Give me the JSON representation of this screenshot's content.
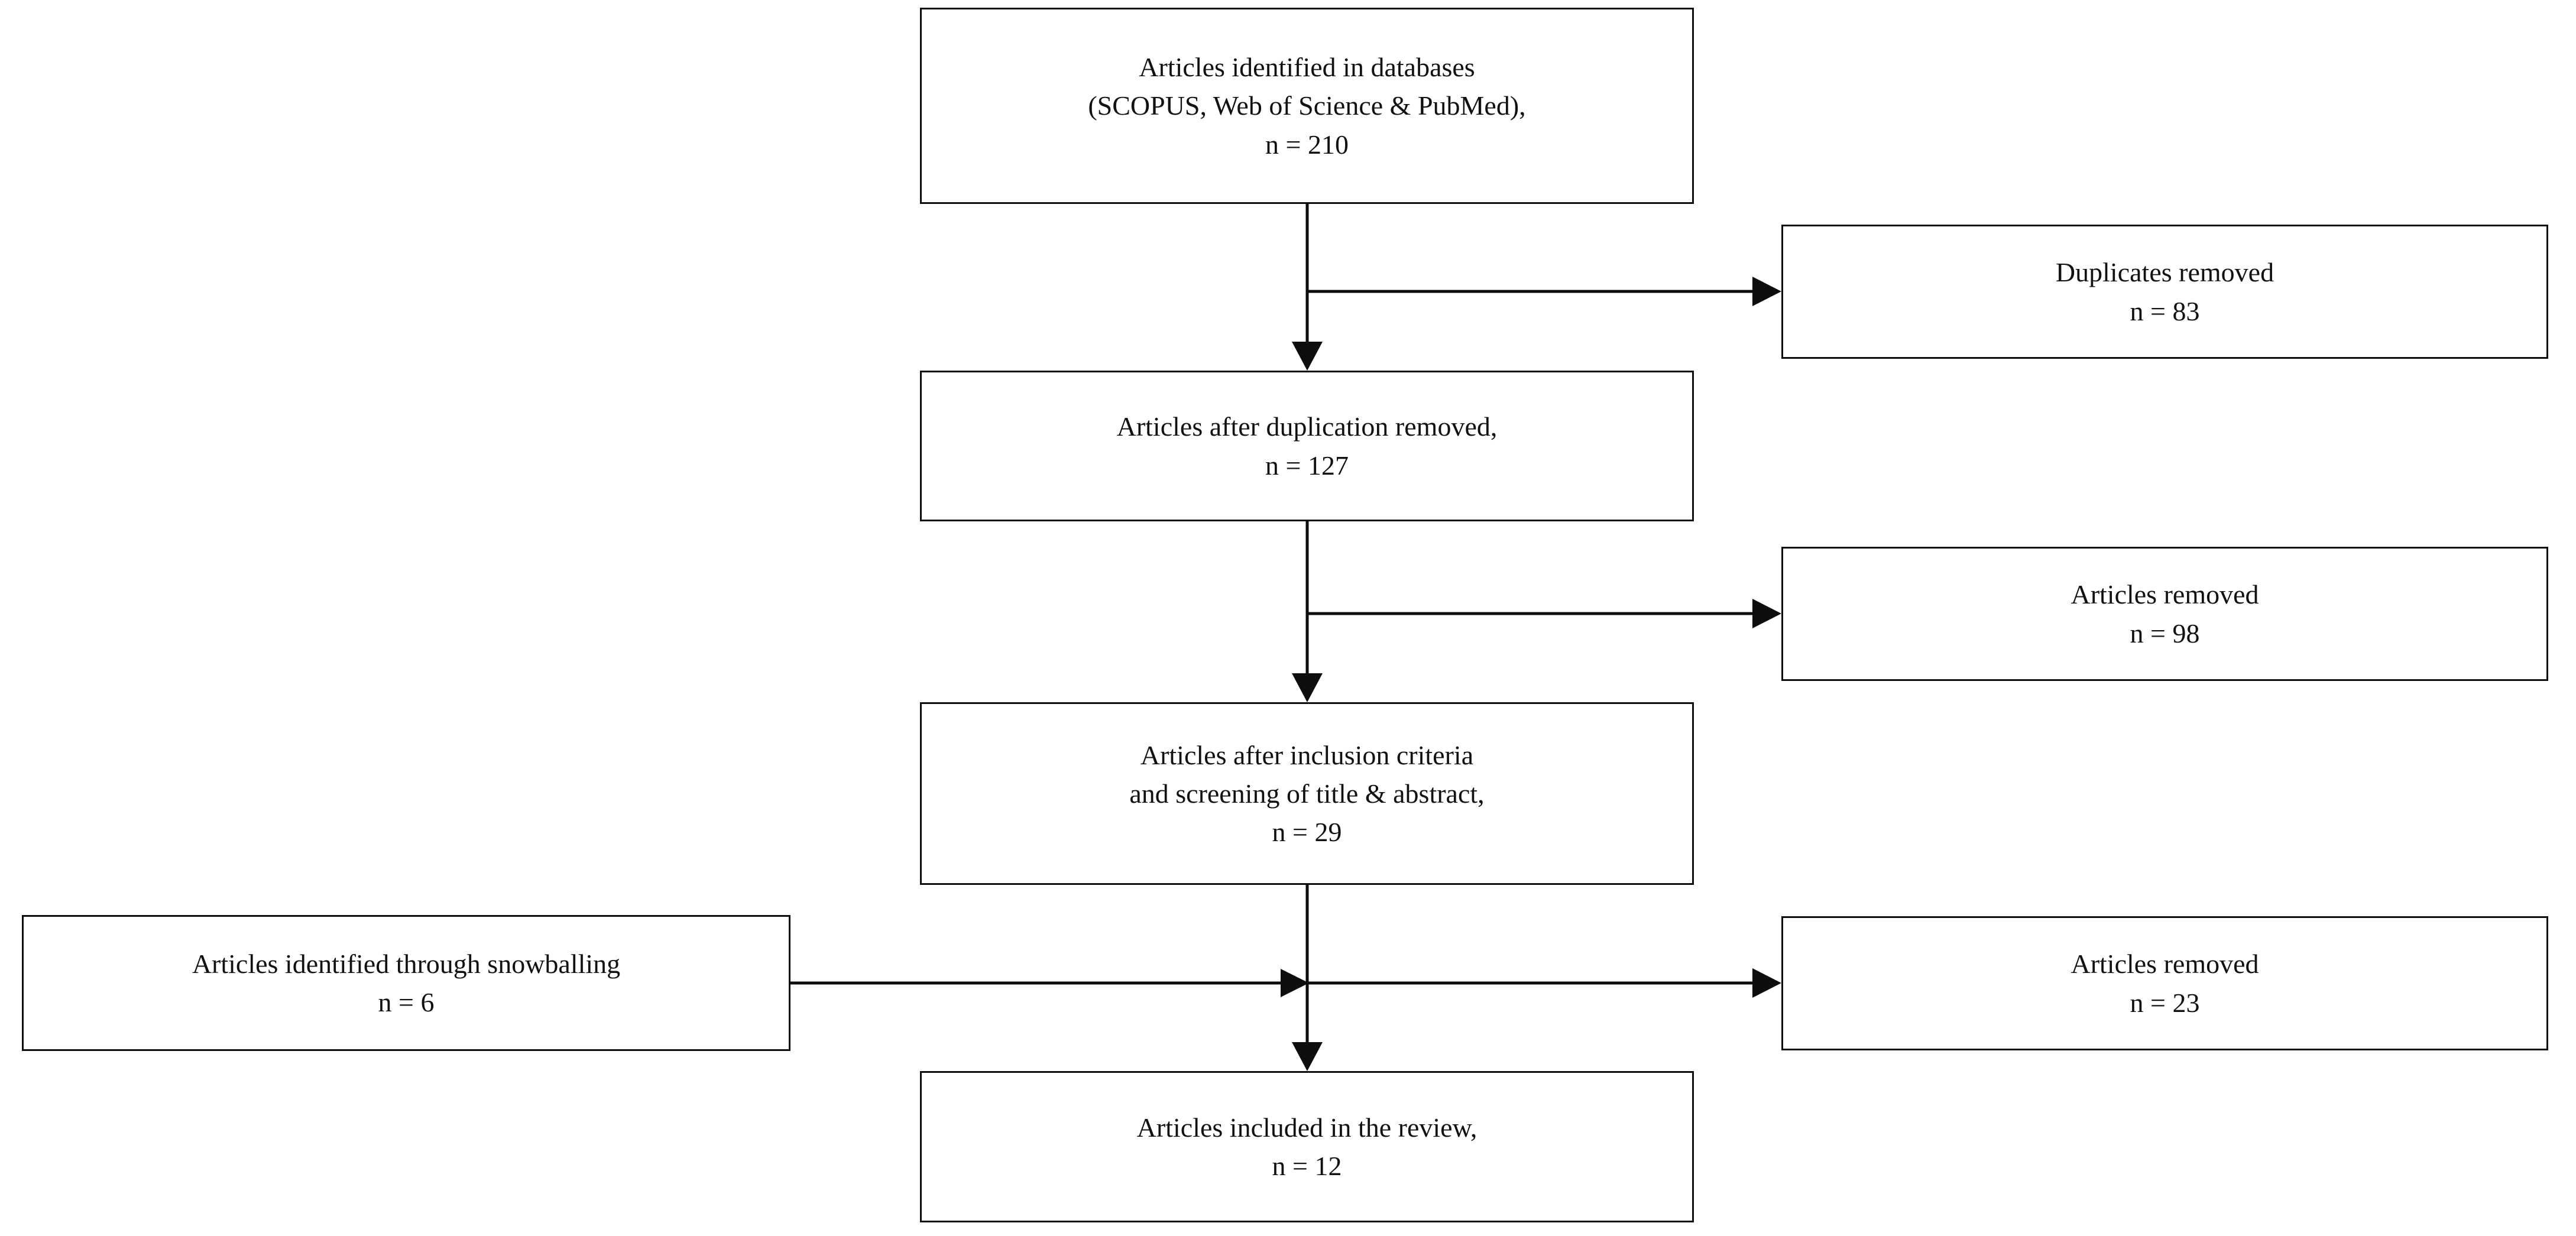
{
  "diagram": {
    "type": "prisma-flow-diagram",
    "title": "",
    "background_color": "#ffffff",
    "line_color": "#0d0d0d",
    "text_color": "#111111"
  },
  "boxes": [
    {
      "id": "identified",
      "name": "articles-identified-box",
      "lines": [
        "Articles identified in databases",
        "(SCOPUS, Web of Science & PubMed),",
        "n = 210"
      ],
      "count_label": "n = 210",
      "count": 210
    },
    {
      "id": "duplicates-removed",
      "name": "duplicates-removed-box",
      "lines": [
        "Duplicates removed",
        "n = 83"
      ],
      "count_label": "n = 83",
      "count": 83
    },
    {
      "id": "after-duplication",
      "name": "articles-after-duplication-box",
      "lines": [
        "Articles after duplication removed,",
        "n = 127"
      ],
      "count_label": "n = 127",
      "count": 127
    },
    {
      "id": "articles-removed-screening",
      "name": "articles-removed-screening-box",
      "lines": [
        "Articles removed",
        "n = 98"
      ],
      "count_label": "n = 98",
      "count": 98
    },
    {
      "id": "after-inclusion",
      "name": "articles-after-inclusion-box",
      "lines": [
        "Articles after inclusion criteria",
        "and screening of title & abstract,",
        "n = 29"
      ],
      "count_label": "n = 29",
      "count": 29
    },
    {
      "id": "snowballing",
      "name": "articles-snowballing-box",
      "lines": [
        "Articles identified through snowballing",
        "n = 6"
      ],
      "count_label": "n = 6",
      "count": 6
    },
    {
      "id": "articles-removed-fulltext",
      "name": "articles-removed-fulltext-box",
      "lines": [
        "Articles removed",
        "n = 23"
      ],
      "count_label": "n = 23",
      "count": 23
    },
    {
      "id": "included",
      "name": "articles-included-box",
      "lines": [
        "Articles included in the review,",
        "n = 12"
      ],
      "count_label": "n = 12",
      "count": 12
    }
  ],
  "connectors": [
    {
      "from": "identified",
      "to": "after-duplication",
      "direction": "down"
    },
    {
      "from": "identified",
      "to": "duplicates-removed",
      "direction": "right"
    },
    {
      "from": "after-duplication",
      "to": "after-inclusion",
      "direction": "down"
    },
    {
      "from": "after-duplication",
      "to": "articles-removed-screening",
      "direction": "right"
    },
    {
      "from": "after-inclusion",
      "to": "included",
      "direction": "down"
    },
    {
      "from": "snowballing",
      "to": "after-inclusion-stream",
      "direction": "right"
    },
    {
      "from": "after-inclusion",
      "to": "articles-removed-fulltext",
      "direction": "right"
    }
  ]
}
